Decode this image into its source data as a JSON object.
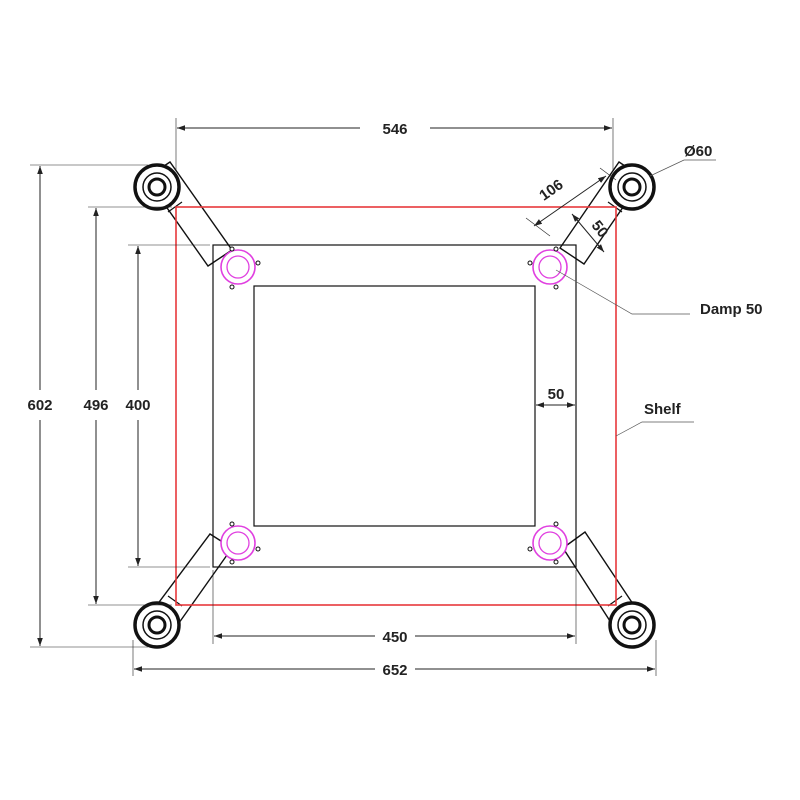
{
  "dimensions": {
    "top_width": "546",
    "overall_width": "652",
    "inner_width": "450",
    "left_outer": "602",
    "left_middle": "496",
    "left_inner": "400",
    "diag_length": "106",
    "diag_width": "50",
    "frame_inset": "50"
  },
  "labels": {
    "diameter": "Ø60",
    "damp": "Damp 50",
    "shelf": "Shelf"
  },
  "colors": {
    "shelf": "#e8393c",
    "damper": "#e040e0",
    "line": "#111111"
  }
}
